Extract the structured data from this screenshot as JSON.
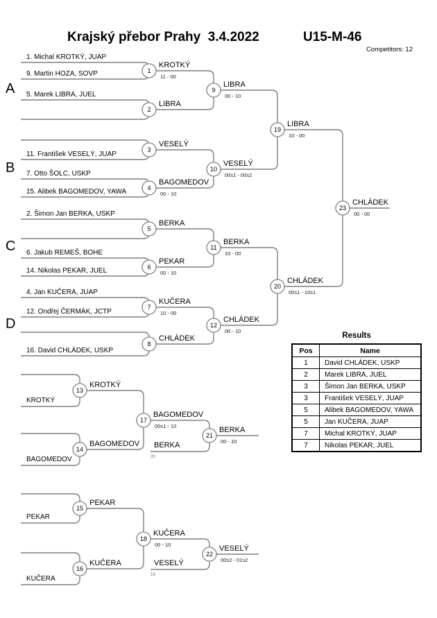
{
  "header": {
    "title": "Krajský přebor Prahy  3.4.2022",
    "category": "U15-M-46",
    "competitors": "Competitors: 12"
  },
  "groups": {
    "a": "A",
    "b": "B",
    "c": "C",
    "d": "D"
  },
  "players": {
    "p1": "1. Michal KROTKÝ, JUAP",
    "p2": "9. Martin HOZA, SOVP",
    "p3": "5. Marek LIBRA, JUEL",
    "p4": "11. František VESELÝ, JUAP",
    "p5": "7. Otto ŠOLC, USKP",
    "p6": "15. Alibek BAGOMEDOV, YAWA",
    "p7": "2. Šimon Jan BERKA, USKP",
    "p8": "6. Jakub REMEŠ, BOHE",
    "p9": "14. Nikolas PEKAR, JUEL",
    "p10": "4. Jan KUČERA, JUAP",
    "p11": "12. Ondřej ČERMÁK, JCTP",
    "p12": "16. David CHLÁDEK, USKP"
  },
  "matches": {
    "m1": {
      "no": "1",
      "winner": "KROTKÝ",
      "score": "11 - 00"
    },
    "m2": {
      "no": "2",
      "winner": "LIBRA"
    },
    "m3": {
      "no": "3",
      "winner": "VESELÝ"
    },
    "m4": {
      "no": "4",
      "winner": "BAGOMEDOV",
      "score": "00 - 10"
    },
    "m5": {
      "no": "5",
      "winner": "BERKA"
    },
    "m6": {
      "no": "6",
      "winner": "PEKAR",
      "score": "00 - 10"
    },
    "m7": {
      "no": "7",
      "winner": "KUČERA",
      "score": "10 - 00"
    },
    "m8": {
      "no": "8",
      "winner": "CHLÁDEK"
    },
    "m9": {
      "no": "9",
      "winner": "LIBRA",
      "score": "00 - 10"
    },
    "m10": {
      "no": "10",
      "winner": "VESELÝ",
      "score": "00s1 - 00s2"
    },
    "m11": {
      "no": "11",
      "winner": "BERKA",
      "score": "10 - 00"
    },
    "m12": {
      "no": "12",
      "winner": "CHLÁDEK",
      "score": "00 - 10"
    },
    "m13": {
      "no": "13",
      "winner": "KROTKÝ"
    },
    "m14": {
      "no": "14",
      "winner": "BAGOMEDOV"
    },
    "m15": {
      "no": "15",
      "winner": "PEKAR"
    },
    "m16": {
      "no": "16",
      "winner": "KUČERA"
    },
    "m17": {
      "no": "17",
      "winner": "BAGOMEDOV",
      "score": "00s1 - 10"
    },
    "m18": {
      "no": "18",
      "winner": "KUČERA",
      "score": "00 - 10"
    },
    "m19": {
      "no": "19",
      "winner": "LIBRA",
      "score": "10 - 00"
    },
    "m20": {
      "no": "20",
      "winner": "CHLÁDEK",
      "score": "00s1 - 10s1"
    },
    "m21": {
      "no": "21",
      "winner": "BERKA",
      "score": "00 - 10"
    },
    "m22": {
      "no": "22",
      "winner": "VESELÝ",
      "score": "00s2 - 01s2"
    },
    "m23": {
      "no": "23",
      "winner": "CHLÁDEK",
      "score": "00 - 00"
    }
  },
  "repechage": {
    "bracket1": {
      "seed1": "KROTKÝ",
      "seed2": "BAGOMEDOV",
      "feed_name": "BERKA",
      "feed_from": "20"
    },
    "bracket2": {
      "seed1": "PEKAR",
      "seed2": "KUČERA",
      "feed_name": "VESELÝ",
      "feed_from": "19"
    }
  },
  "results": {
    "title": "Results",
    "col_pos": "Pos",
    "col_name": "Name",
    "rows": [
      {
        "pos": "1",
        "name": "David CHLÁDEK, USKP"
      },
      {
        "pos": "2",
        "name": "Marek LIBRA, JUEL"
      },
      {
        "pos": "3",
        "name": "Šimon Jan BERKA, USKP"
      },
      {
        "pos": "3",
        "name": "František VESELÝ, JUAP"
      },
      {
        "pos": "5",
        "name": "Alibek BAGOMEDOV, YAWA"
      },
      {
        "pos": "5",
        "name": "Jan KUČERA, JUAP"
      },
      {
        "pos": "7",
        "name": "Michal KROTKÝ, JUAP"
      },
      {
        "pos": "7",
        "name": "Nikolas PEKAR, JUEL"
      }
    ]
  }
}
